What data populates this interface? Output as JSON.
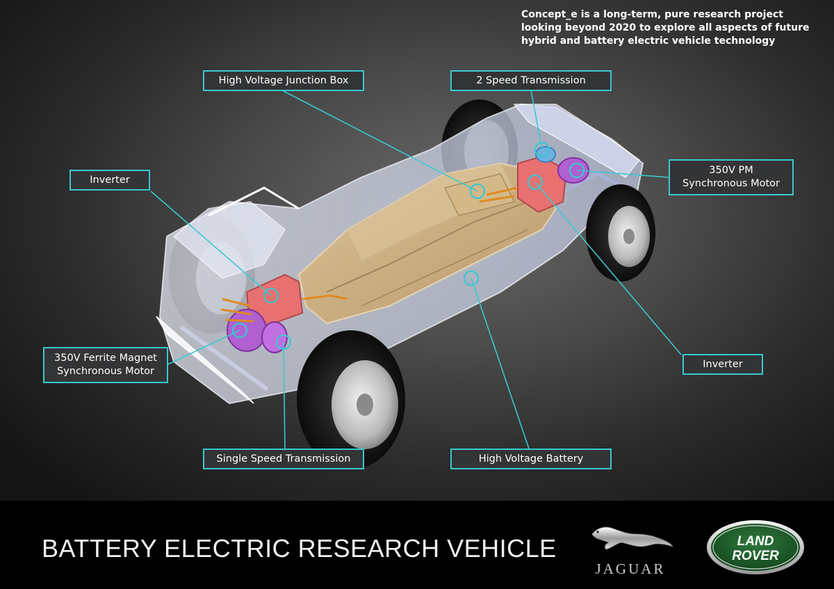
{
  "intro": {
    "lines": [
      "Concept_e is a long-term, pure research project",
      "looking beyond 2020 to explore all aspects of future",
      "hybrid and battery electric vehicle technology"
    ]
  },
  "callouts": {
    "hv_junction_box": "High Voltage Junction Box",
    "two_speed_transmission": "2 Speed Transmission",
    "inverter_front": "Inverter",
    "pm_motor": [
      "350V PM",
      "Synchronous Motor"
    ],
    "ferrite_motor": [
      "350V Ferrite Magnet",
      "Synchronous Motor"
    ],
    "inverter_rear": "Inverter",
    "single_speed_transmission": "Single Speed Transmission",
    "hv_battery": "High Voltage Battery"
  },
  "footer": {
    "title": "BATTERY ELECTRIC RESEARCH VEHICLE",
    "jaguar_wordmark": "JAGUAR",
    "land_rover_wordmark": [
      "LAND",
      "ROVER"
    ]
  },
  "colors": {
    "callout_accent": "#3ac8d0",
    "battery": "#c8a878",
    "inverter": "#e07070",
    "motor": "#b060d0",
    "land_rover_green": "#1d5a2a"
  },
  "icons": [
    "jaguar-leaper-logo",
    "land-rover-oval-logo"
  ]
}
